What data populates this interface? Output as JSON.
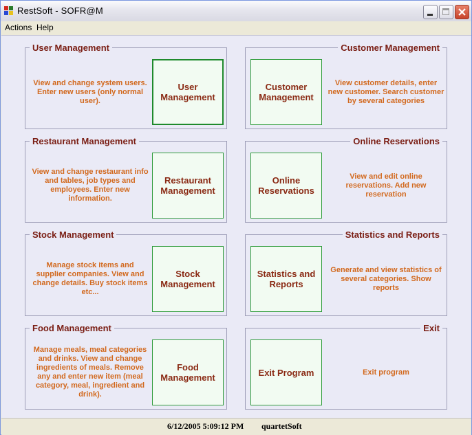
{
  "window": {
    "title": "RestSoft - SOFR@M",
    "icon": "app-icon",
    "controls": {
      "minimize_icon": "minimize-icon",
      "maximize_icon": "maximize-icon",
      "close_icon": "close-icon"
    }
  },
  "menu": {
    "actions": "Actions",
    "help": "Help"
  },
  "groups": {
    "user": {
      "title": "User Management",
      "button": "User Management",
      "description": "View and change system users. Enter new users (only normal user)."
    },
    "customer": {
      "title": "Customer Management",
      "button": "Customer Management",
      "description": "View customer details, enter new customer. Search customer by several categories"
    },
    "restaurant": {
      "title": "Restaurant Management",
      "button": "Restaurant Management",
      "description": "View and change restaurant info and tables, job types and employees. Enter new information."
    },
    "reservations": {
      "title": "Online Reservations",
      "button": "Online Reservations",
      "description": "View and edit online reservations. Add new reservation"
    },
    "stock": {
      "title": "Stock Management",
      "button": "Stock Management",
      "description": "Manage stock items and supplier companies. View and change details. Buy stock items etc..."
    },
    "statistics": {
      "title": "Statistics and Reports",
      "button": "Statistics and Reports",
      "description": "Generate and view statistics of several categories. Show reports"
    },
    "food": {
      "title": "Food Management",
      "button": "Food Management",
      "description": "Manage meals, meal categories and drinks. View and change ingredients of meals. Remove any and enter new item (meal category, meal, ingredient and drink)."
    },
    "exit": {
      "title": "Exit",
      "button": "Exit Program",
      "description": "Exit program"
    }
  },
  "status": {
    "datetime": "6/12/2005 5:09:12 PM",
    "company": "quartetSoft"
  },
  "colors": {
    "group_title": "#7a1e14",
    "button_text": "#8a2a14",
    "description": "#d2691e",
    "button_border": "#2e9b3a",
    "button_fill": "#f2fbf2",
    "panel_bg": "#eaeaf6"
  }
}
